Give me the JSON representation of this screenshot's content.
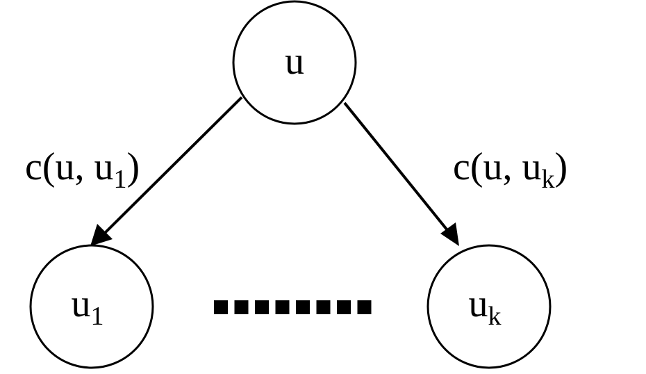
{
  "nodes": {
    "root": {
      "label": "u",
      "sub": ""
    },
    "left": {
      "label": "u",
      "sub": "1"
    },
    "right": {
      "label": "u",
      "sub": "k"
    }
  },
  "edges": {
    "left": {
      "prefix": "c(u, u",
      "sub": "1",
      "suffix": ")"
    },
    "right": {
      "prefix": "c(u, u",
      "sub": "k",
      "suffix": ")"
    }
  },
  "colors": {
    "stroke": "#000000",
    "fill": "#ffffff"
  },
  "ellipsis_dot_count": 8
}
